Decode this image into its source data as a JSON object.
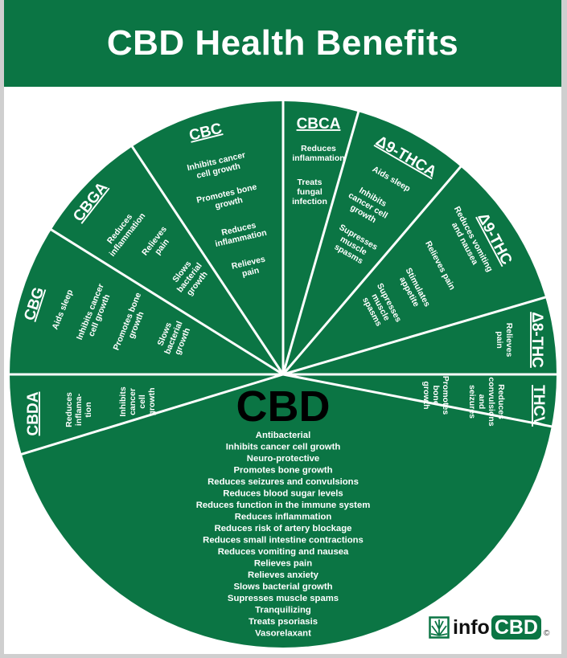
{
  "title": "CBD Health Benefits",
  "colors": {
    "green": "#0b7544",
    "divider": "#ffffff",
    "cbd_title": "#000000"
  },
  "segments": [
    {
      "id": "cbc",
      "title": "CBC",
      "items": [
        "Inhibits cancer\ncell growth",
        "Promotes bone\ngrowth",
        "Reduces\ninflammation",
        "Relieves\npain"
      ]
    },
    {
      "id": "cbca",
      "title": "CBCA",
      "items": [
        "Reduces\ninflammation",
        "Treats\nfungal\ninfection"
      ]
    },
    {
      "id": "thca",
      "title": "Δ9-THCA",
      "items": [
        "Aids sleep",
        "Inhibits\ncancer cell\ngrowth",
        "Supresses\nmuscle\nspasms"
      ]
    },
    {
      "id": "thc",
      "title": "Δ9-THC",
      "items": [
        "Reduces vomiting\nand nausea",
        "Relieves pain",
        "Stimulates\nappetite",
        "Supresses\nmuscle\nspasms"
      ]
    },
    {
      "id": "d8thc",
      "title": "Δ8-THC",
      "items": [
        "Relieves\npain"
      ]
    },
    {
      "id": "thcv",
      "title": "THCV",
      "items": [
        "Reduces\nconvulsions\nand\nseizures",
        "Promotes\nbone\ngrowth"
      ]
    },
    {
      "id": "cbda",
      "title": "CBDA",
      "items": [
        "Reduces\ninflama-\ntion",
        "Inhibits\ncancer\ncell\ngrowth"
      ]
    },
    {
      "id": "cbg",
      "title": "CBG",
      "items": [
        "Aids sleep",
        "Inhibits cancer\ncell growth",
        "Promotes bone\ngrowth",
        "Slows\nbacterial\ngrowth"
      ]
    },
    {
      "id": "cbga",
      "title": "CBGA",
      "items": [
        "Reduces\ninflammation",
        "Relieves\npain",
        "Slows\nbacterial\ngrowth"
      ]
    }
  ],
  "cbd": {
    "title": "CBD",
    "items": [
      "Antibacterial",
      "Inhibits cancer cell growth",
      "Neuro-protective",
      "Promotes bone growth",
      "Reduces seizures and convulsions",
      "Reduces blood sugar levels",
      "Reduces function in the immune system",
      "Reduces inflammation",
      "Reduces risk of artery blockage",
      "Reduces small intestine contractions",
      "Reduces vomiting and nausea",
      "Relieves pain",
      "Relieves anxiety",
      "Slows bacterial growth",
      "Supresses muscle spams",
      "Tranquilizing",
      "Treats psoriasis",
      "Vasorelaxant"
    ]
  },
  "logo": {
    "word": "info",
    "pill": "CBD",
    "copyright": "©"
  }
}
